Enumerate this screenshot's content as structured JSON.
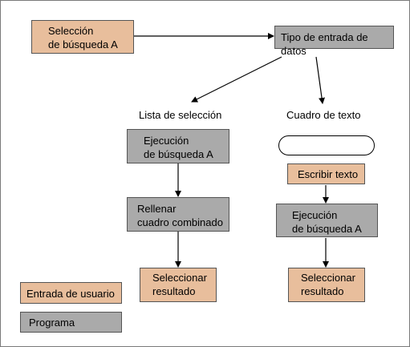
{
  "colors": {
    "user_input": "#e8be9c",
    "program": "#aaaaaa"
  },
  "nodes": {
    "seleccion_busqueda_a": "Selección\nde búsqueda A",
    "tipo_entrada_datos": "Tipo de entrada de datos",
    "lista_seleccion": "Lista de selección",
    "cuadro_texto": "Cuadro de texto",
    "ejecucion_busqueda_a_left": "Ejecución\nde búsqueda A",
    "rellenar_cuadro": "Rellenar\ncuadro combinado",
    "seleccionar_resultado_left": "Seleccionar\nresultado",
    "escribir_texto": "Escribir texto",
    "ejecucion_busqueda_a_right": "Ejecución\nde búsqueda A",
    "seleccionar_resultado_right": "Seleccionar\nresultado"
  },
  "legend": {
    "user_input_label": "Entrada de usuario",
    "program_label": "Programa"
  }
}
